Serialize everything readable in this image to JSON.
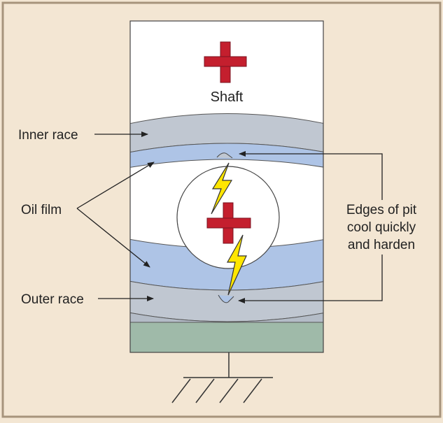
{
  "labels": {
    "shaft": "Shaft",
    "inner_race": "Inner race",
    "oil_film": "Oil film",
    "outer_race": "Outer race",
    "pit_edges": [
      "Edges of pit",
      "cool quickly",
      "and harden"
    ]
  },
  "colors": {
    "background": "#f3e6d3",
    "border": "#a7947c",
    "race_gray": "#c0c7d1",
    "oil_blue": "#aec4e6",
    "base_green": "#9fbaa9",
    "cross_red": "#c41f2e",
    "spark_yellow": "#ffe600"
  },
  "icons": {
    "shaft_center": "cross-icon",
    "ball_center": "cross-icon",
    "discharge": "lightning-bolt-icon",
    "ground": "ground-symbol-icon"
  }
}
